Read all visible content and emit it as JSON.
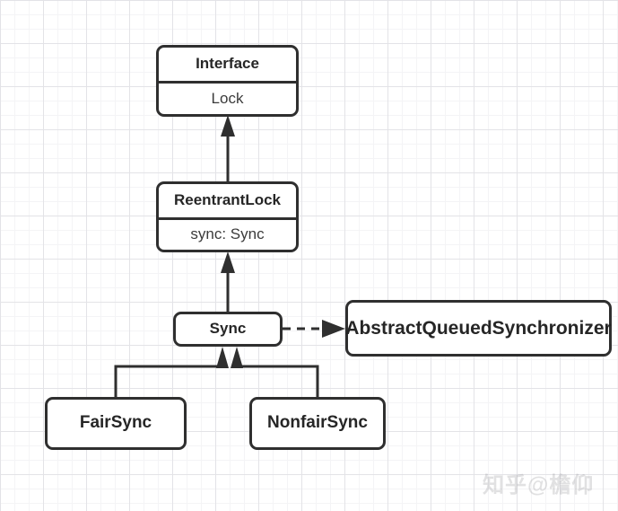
{
  "diagram": {
    "title": "ReentrantLock UML class diagram",
    "background": {
      "grid_minor_color": "#f4f4f6",
      "grid_major_color": "#e3e3e7",
      "page_color": "#ffffff"
    },
    "stroke_color": "#2f2f2f",
    "text_color": "#262626",
    "nodes": [
      {
        "id": "interface",
        "stereotype_label": "Interface",
        "name_label": "Lock",
        "compartments": 2
      },
      {
        "id": "reentrantlock",
        "stereotype_label": "ReentrantLock",
        "name_label": "sync:  Sync",
        "compartments": 2
      },
      {
        "id": "sync",
        "stereotype_label": "Sync",
        "compartments": 1
      },
      {
        "id": "aqs",
        "stereotype_label": "AbstractQueuedSynchronizer",
        "compartments": 1
      },
      {
        "id": "fairsync",
        "stereotype_label": "FairSync",
        "compartments": 1
      },
      {
        "id": "nonfairsync",
        "stereotype_label": "NonfairSync",
        "compartments": 1
      }
    ],
    "edges": [
      {
        "id": "reentrantlock-to-interface",
        "from": "reentrantlock",
        "to": "interface",
        "style": "solid",
        "arrow": "filled-triangle"
      },
      {
        "id": "sync-to-reentrantlock",
        "from": "sync",
        "to": "reentrantlock",
        "style": "solid",
        "arrow": "filled-triangle"
      },
      {
        "id": "sync-to-aqs",
        "from": "sync",
        "to": "aqs",
        "style": "dashed",
        "arrow": "filled-triangle"
      },
      {
        "id": "fairsync-to-sync",
        "from": "fairsync",
        "to": "sync",
        "style": "solid",
        "arrow": "filled-triangle"
      },
      {
        "id": "nonfairsync-to-sync",
        "from": "nonfairsync",
        "to": "sync",
        "style": "solid",
        "arrow": "filled-triangle"
      }
    ]
  },
  "watermark": {
    "text": "知乎@檐仰"
  }
}
